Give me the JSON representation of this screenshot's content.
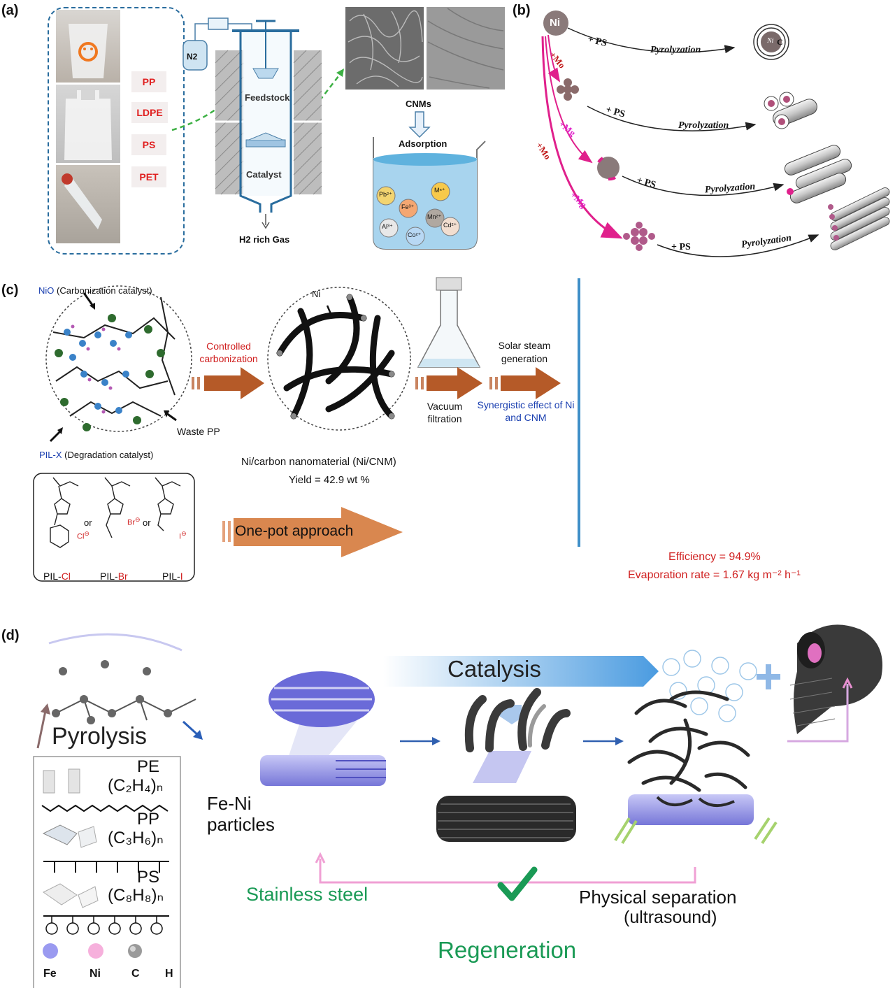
{
  "panel_a": {
    "label": "(a)",
    "plastics": [
      "PP",
      "LDPE",
      "PS",
      "PET"
    ],
    "gas_label": "N2",
    "feedstock_label": "Feedstock",
    "catalyst_label": "Catalyst",
    "gas_out_label": "H2 rich Gas",
    "cnms_label": "CNMs",
    "adsorption_label": "Adsorption",
    "ions": [
      "Pb²⁺",
      "Fe³⁺",
      "Mⁿ⁺",
      "Mn²⁺",
      "Al³⁺",
      "Co²⁺",
      "Cd²⁺"
    ]
  },
  "panel_b": {
    "label": "(b)",
    "ni_label": "Ni",
    "ps_label": "+ PS",
    "pyrolyzation_label": "Pyrolyzation",
    "core_label": "Ni",
    "shell_label": "C",
    "mo_label": "+Mo",
    "mg_label": "+Mg"
  },
  "panel_c": {
    "label": "(c)",
    "nio_label": "NiO",
    "nio_desc": "(Carbonization catalyst)",
    "waste_pp_label": "Waste PP",
    "pil_label": "PIL-X",
    "pil_desc": "(Degradation catalyst)",
    "controlled_label": "Controlled carbonization",
    "ni_label": "Ni",
    "product_label": "Ni/carbon nanomaterial (Ni/CNM)",
    "yield_label": "Yield = 42.9 wt %",
    "vacuum_label": "Vacuum filtration",
    "solar_label": "Solar steam generation",
    "synergy_label": "Synergistic effect of Ni and CNM",
    "onepot_label": "One-pot approach",
    "pil_names": [
      "PIL-Cl",
      "PIL-Br",
      "PIL-I"
    ],
    "or_label": "or",
    "efficiency_label": "Efficiency = 94.9%",
    "evaporation_label": "Evaporation rate = 1.67 kg m⁻² h⁻¹"
  },
  "panel_d": {
    "label": "(d)",
    "catalysis_label": "Catalysis",
    "pyrolysis_label": "Pyrolysis",
    "pe_label": "PE",
    "pe_formula": "(C₂H₄)ₙ",
    "pp_label": "PP",
    "pp_formula": "(C₃H₆)ₙ",
    "ps_label": "PS",
    "ps_formula": "(C₈H₈)ₙ",
    "feni_label": "Fe-Ni particles",
    "stainless_label": "Stainless steel",
    "separation_label": "Physical separation",
    "ultrasound_label": "(ultrasound)",
    "regeneration_label": "Regeneration",
    "legend": [
      "Fe",
      "Ni",
      "C",
      "H"
    ],
    "colors": {
      "fe": "#8f8ff0",
      "ni": "#f4a6d8",
      "c": "#9a9a9a",
      "green": "#1a9a55",
      "pink": "#e87fc8"
    }
  }
}
